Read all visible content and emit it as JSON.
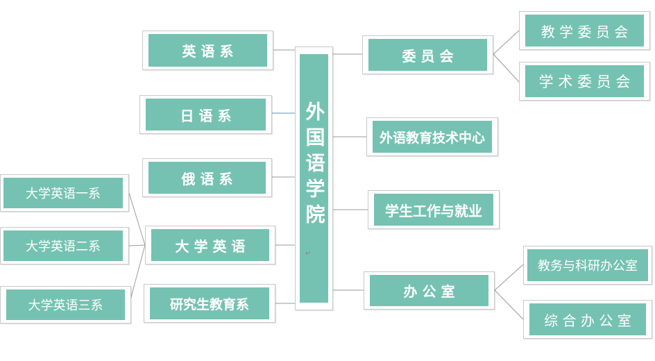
{
  "center": {
    "label": "外国语学院"
  },
  "left": {
    "english_dept": "英 语 系",
    "japanese_dept": "日 语 系",
    "russian_dept": "俄 语 系",
    "college_english": "大 学 英 语",
    "graduate_dept": "研究生教育系"
  },
  "college_english_subs": {
    "dept_1": "大学英语一系",
    "dept_2": "大学英语二系",
    "dept_3": "大学英语三系"
  },
  "right": {
    "committee": "委 员 会",
    "tech_center": "外语教育技术中心",
    "student_affairs": "学生工作与就业",
    "office": "办 公 室"
  },
  "committee_subs": {
    "teaching_committee": "教 学 委 员 会",
    "academic_committee": "学 术 委 员 会"
  },
  "office_subs": {
    "academic_research_office": "教务与科研办公室",
    "general_office": "综 合 办 公 室"
  },
  "colors": {
    "node_fill": "#75c2b2",
    "node_border": "#c8c8c8",
    "connector": "#9a9a9a",
    "connector_highlight": "#5b8ec4",
    "text": "#ffffff"
  }
}
